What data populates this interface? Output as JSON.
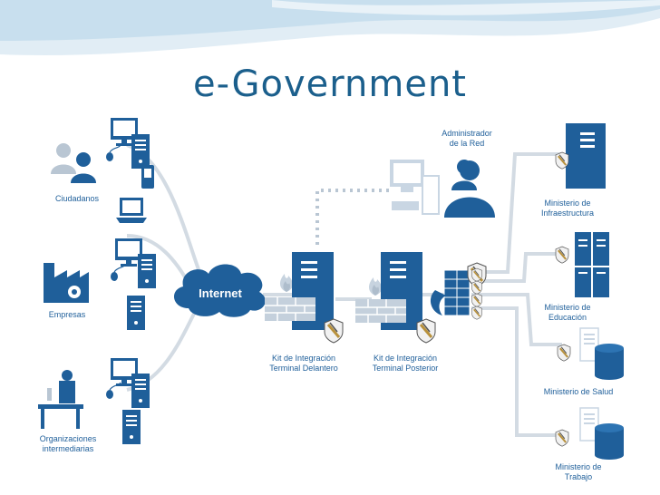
{
  "title": "e-Government",
  "internet_label": "Internet",
  "labels": {
    "ciudadanos": "Ciudadanos",
    "empresas": "Empresas",
    "organizaciones_1": "Organizaciones",
    "organizaciones_2": "intermediarias",
    "administrador_1": "Administrador",
    "administrador_2": "de la Red",
    "kit_delantero_1": "Kit de Integración",
    "kit_delantero_2": "Terminal Delantero",
    "kit_posterior_1": "Kit de Integración",
    "kit_posterior_2": "Terminal Posterior",
    "min_infra_1": "Ministerio de",
    "min_infra_2": "Infraestructura",
    "min_edu_1": "Ministerio de",
    "min_edu_2": "Educación",
    "min_salud": "Ministerio de Salud",
    "min_trabajo_1": "Ministerio de",
    "min_trabajo_2": "Trabajo"
  },
  "colors": {
    "primary": "#1f5f9a",
    "light": "#c9d6e3",
    "title": "#1b5f8c"
  }
}
